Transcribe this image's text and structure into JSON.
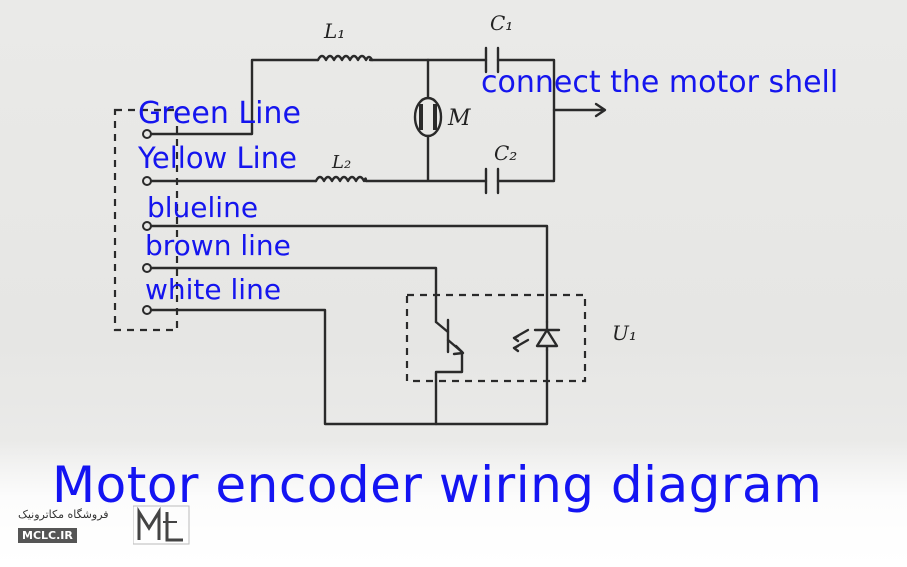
{
  "diagram": {
    "title": "Motor encoder wiring diagram",
    "wire_labels": {
      "green": "Green Line",
      "yellow": "Yellow Line",
      "blue": "blueline",
      "brown": "brown line",
      "white": "white line"
    },
    "annotation": "connect the motor shell",
    "components": {
      "L1": "L₁",
      "L2": "L₂",
      "C1": "C₁",
      "C2": "C₂",
      "M": "M",
      "U1": "U₁"
    }
  },
  "watermark": {
    "shop_name": "فروشگاه مکاترونیک",
    "url": "MCLC.IR",
    "logo": "mclc-logo"
  },
  "colors": {
    "label_blue": "#1515ee",
    "ink": "#2a2a2a",
    "paper": "#e9e9e7"
  }
}
